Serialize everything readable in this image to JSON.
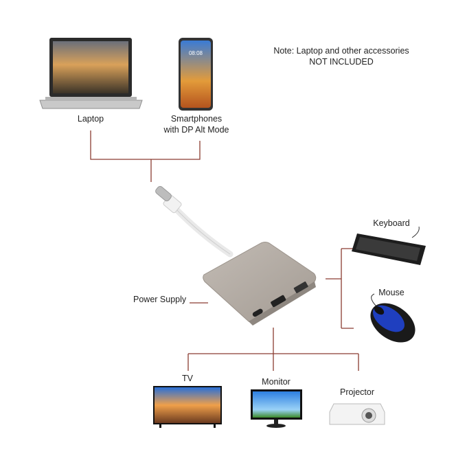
{
  "note": {
    "line1": "Note: Laptop and other accessories",
    "line2": "NOT INCLUDED"
  },
  "sources": {
    "laptop": "Laptop",
    "smartphones_line1": "Smartphones",
    "smartphones_line2": "with DP Alt Mode",
    "phone_clock": "08:08"
  },
  "ports": {
    "power": "Power Supply"
  },
  "peripherals": {
    "keyboard": "Keyboard",
    "mouse": "Mouse"
  },
  "displays": {
    "tv": "TV",
    "monitor": "Monitor",
    "projector": "Projector"
  },
  "colors": {
    "connector_line": "#8a3b30",
    "adapter": "#b3aca5",
    "mouse_accent": "#1f3fbf"
  }
}
